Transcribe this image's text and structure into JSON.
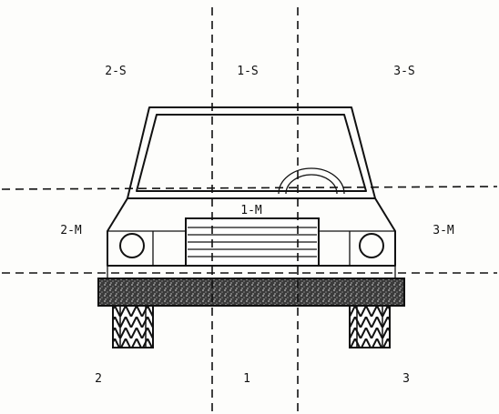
{
  "zones": {
    "upper": {
      "left": "2-S",
      "center": "1-S",
      "right": "3-S"
    },
    "middle": {
      "left": "2-M",
      "center": "1-M",
      "right": "3-M"
    },
    "lower": {
      "left": "2",
      "center": "1",
      "right": "3"
    }
  },
  "colors": {
    "ink": "#111111",
    "paper": "#fdfdfb",
    "bumper": "#2a2a2a"
  }
}
